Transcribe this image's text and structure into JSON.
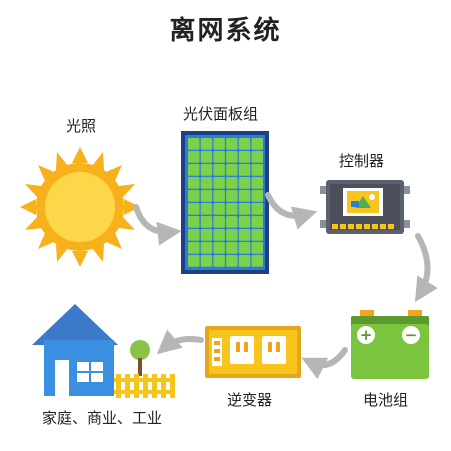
{
  "title": "离网系统",
  "nodes": {
    "sunlight": {
      "label": "光照"
    },
    "solar_panel": {
      "label": "光伏面板组"
    },
    "controller": {
      "label": "控制器"
    },
    "battery": {
      "label": "电池组"
    },
    "inverter": {
      "label": "逆变器"
    },
    "home": {
      "label": "家庭、商业、工业"
    }
  },
  "colors": {
    "sun": "#f7b21b",
    "panel_frame": "#1f3f85",
    "panel_cell": "#7bd14a",
    "panel_bg": "#2c7ed3",
    "controller_body": "#4b4f5c",
    "controller_screen": "#f7c51b",
    "battery_body": "#7bc43e",
    "battery_top": "#f2a51c",
    "inverter_body": "#f7c51b",
    "house_roof": "#3b79c9",
    "house_wall": "#3b8fe0",
    "fence": "#f5c518",
    "arrow": "#b6b6b6"
  }
}
